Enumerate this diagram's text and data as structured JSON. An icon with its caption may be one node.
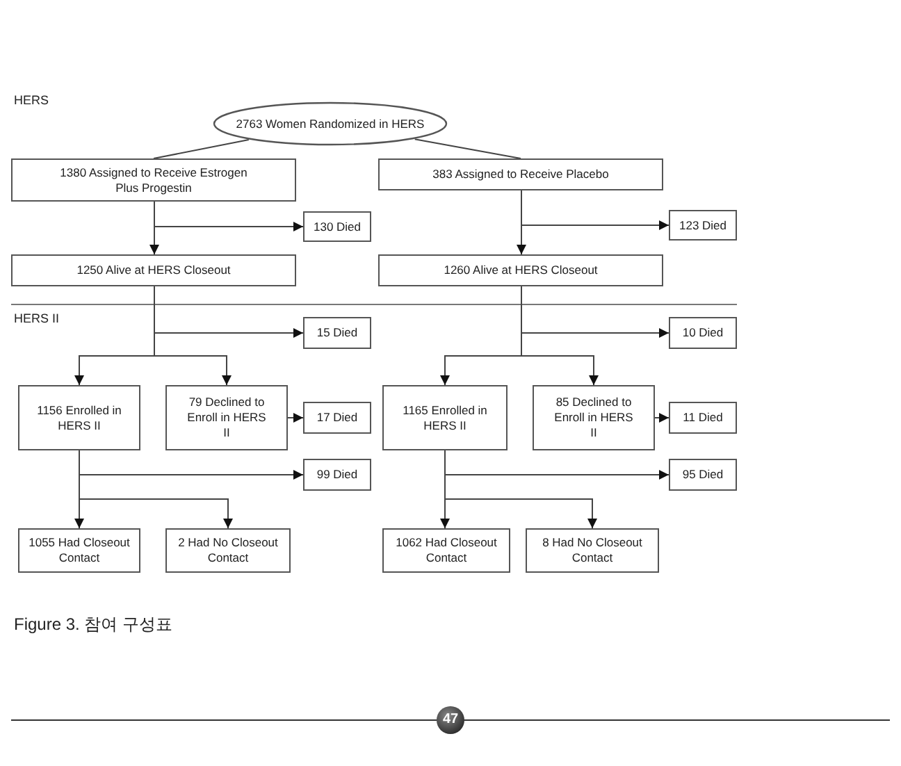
{
  "diagram": {
    "caption": "Figure 3. 참여 구성표",
    "nodes": [
      {
        "text": [
          "2763 Women Randomized in HERS"
        ]
      },
      {
        "text": [
          "1380 Assigned to Receive Estrogen Plus Progestin"
        ]
      },
      {
        "text": [
          "383 Assigned to Receive Placebo"
        ]
      },
      {
        "text": [
          "130 Died"
        ]
      },
      {
        "text": [
          "1250 Alive at HERS Closeout"
        ]
      },
      {
        "text": [
          "123 Died"
        ]
      },
      {
        "text": [
          "1260 Alive at HERS Closeout"
        ]
      },
      {
        "text": [
          "15 Died"
        ]
      },
      {
        "text": [
          "1156 Enrolled in HERS II"
        ]
      },
      {
        "text": [
          "79 Declined to Enroll in HERS II"
        ]
      },
      {
        "text": [
          "17 Died"
        ]
      },
      {
        "text": [
          "10 Died"
        ]
      },
      {
        "text": [
          "1165 Enrolled in HERS II"
        ]
      },
      {
        "text": [
          "85 Declined to Enroll in HERS II"
        ]
      },
      {
        "text": [
          "11 Died"
        ]
      },
      {
        "text": [
          "99 Died"
        ]
      },
      {
        "text": [
          "1055 Had Closeout Contact"
        ]
      },
      {
        "text": [
          "2 Had No Closeout Contact"
        ]
      },
      {
        "text": [
          "95 Died"
        ]
      },
      {
        "text": [
          "1062 Had Closeout Contact"
        ]
      },
      {
        "text": [
          "8 Had No Closeout Contact"
        ]
      }
    ],
    "edges": [
      {
        "from": 0,
        "to": 1,
        "arrow": "none"
      },
      {
        "from": 0,
        "to": 2,
        "arrow": "none"
      },
      {
        "from": 1,
        "to": 3,
        "arrow": "to"
      },
      {
        "from": 1,
        "to": 4,
        "arrow": "to"
      },
      {
        "from": 2,
        "to": 5,
        "arrow": "to"
      },
      {
        "from": 2,
        "to": 6,
        "arrow": "to"
      },
      {
        "from": 4,
        "to": 7,
        "arrow": "to"
      },
      {
        "from": 4,
        "to": 8,
        "arrow": "to"
      },
      {
        "from": 4,
        "to": 9,
        "arrow": "to"
      },
      {
        "from": 9,
        "to": 10,
        "arrow": "to"
      },
      {
        "from": 6,
        "to": 11,
        "arrow": "to"
      },
      {
        "from": 6,
        "to": 12,
        "arrow": "to"
      },
      {
        "from": 6,
        "to": 13,
        "arrow": "to"
      },
      {
        "from": 13,
        "to": 14,
        "arrow": "to"
      },
      {
        "from": 8,
        "to": 15,
        "arrow": "to"
      },
      {
        "from": 8,
        "to": 16,
        "arrow": "to"
      },
      {
        "from": 8,
        "to": 17,
        "arrow": "to"
      },
      {
        "from": 12,
        "to": 18,
        "arrow": "to"
      },
      {
        "from": 12,
        "to": 19,
        "arrow": "to"
      },
      {
        "from": 12,
        "to": 20,
        "arrow": "to"
      }
    ],
    "labels": [
      "HERS",
      "HERS II",
      "47"
    ]
  }
}
